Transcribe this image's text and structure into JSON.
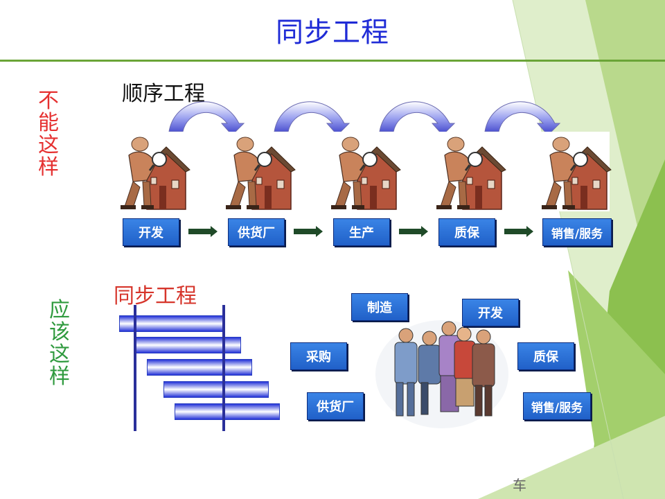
{
  "title": "同步工程",
  "left_top_label": "不能这样",
  "left_bottom_label": "应该这样",
  "sequential": {
    "label": "顺序工程",
    "steps": [
      "开发",
      "供货厂",
      "生产",
      "质保",
      "销售/服务"
    ]
  },
  "concurrent": {
    "label": "同步工程",
    "boxes": {
      "zhizao": "制造",
      "kaifa": "开发",
      "caigou": "采购",
      "zhibao": "质保",
      "gonghuo": "供货厂",
      "xiaoshou": "销售/服务"
    }
  },
  "footer_mark": "车",
  "colors": {
    "title": "#1f2bd6",
    "separator": "#6aa437",
    "box_fill": "#2a70dc",
    "warn_text": "#e53030",
    "ok_text": "#2f9a3e",
    "sync_label": "#d6352b"
  },
  "icons": [
    "inspector-house-illustration",
    "curved-arrow-icon",
    "arrow-right-icon",
    "people-group-illustration"
  ]
}
